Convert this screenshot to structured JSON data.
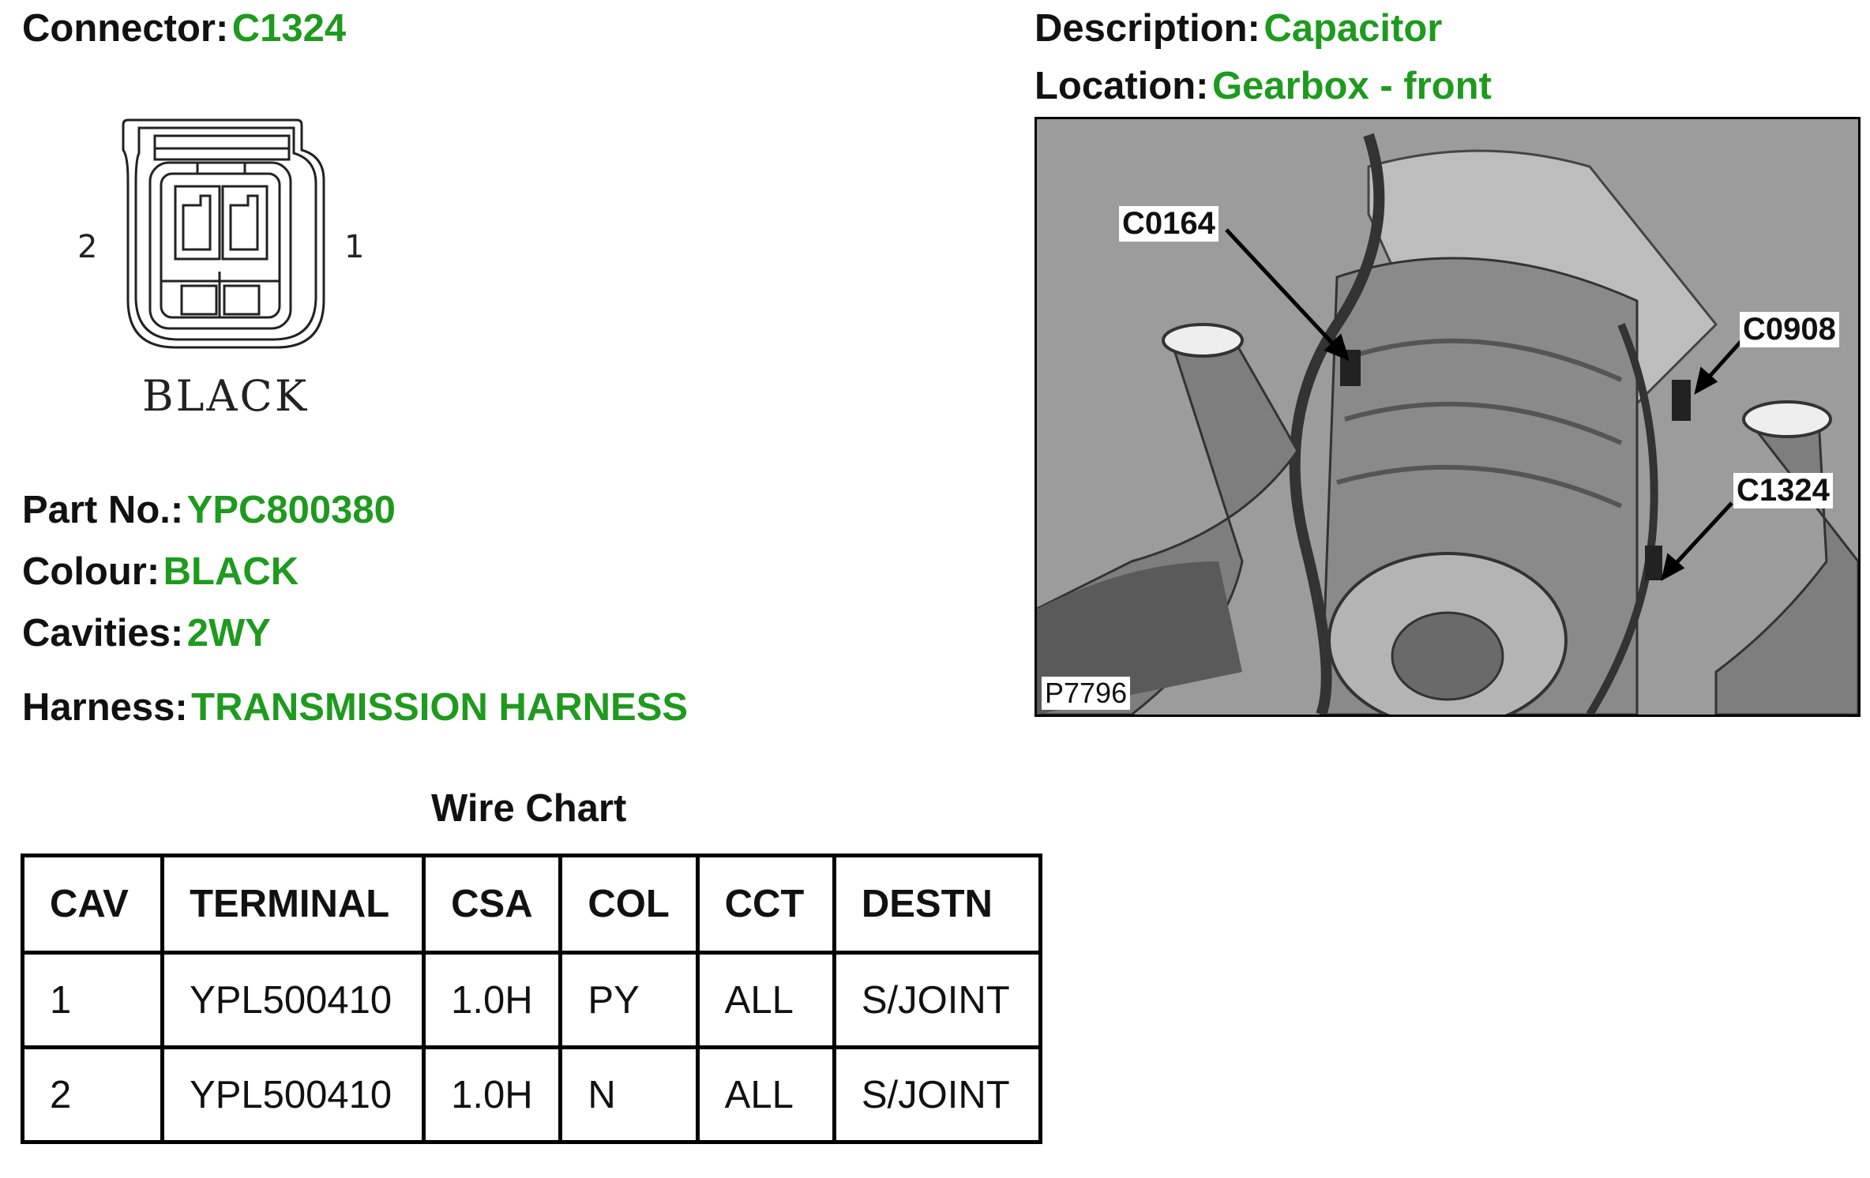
{
  "header": {
    "connector_label": "Connector:",
    "connector_value": "C1324",
    "description_label": "Description:",
    "description_value": "Capacitor",
    "location_label": "Location:",
    "location_value": "Gearbox - front"
  },
  "connector_face": {
    "pin_left": "2",
    "pin_right": "1",
    "caption": "BLACK"
  },
  "details": {
    "part_no_label": "Part No.:",
    "part_no_value": "YPC800380",
    "colour_label": "Colour:",
    "colour_value": "BLACK",
    "cavities_label": "Cavities:",
    "cavities_value": "2WY",
    "harness_label": "Harness:",
    "harness_value": "TRANSMISSION HARNESS"
  },
  "wire_chart": {
    "title": "Wire Chart",
    "columns": [
      "CAV",
      "TERMINAL",
      "CSA",
      "COL",
      "CCT",
      "DESTN"
    ],
    "rows": [
      [
        "1",
        "YPL500410",
        "1.0H",
        "PY",
        "ALL",
        "S/JOINT"
      ],
      [
        "2",
        "YPL500410",
        "1.0H",
        "N",
        "ALL",
        "S/JOINT"
      ]
    ]
  },
  "photo": {
    "callouts": [
      "C0164",
      "C0908",
      "C1324"
    ],
    "ref": "P7796"
  },
  "colors": {
    "value_green": "#1e9a1e",
    "text": "#111111",
    "photo_bg": "#9a9a9a"
  }
}
